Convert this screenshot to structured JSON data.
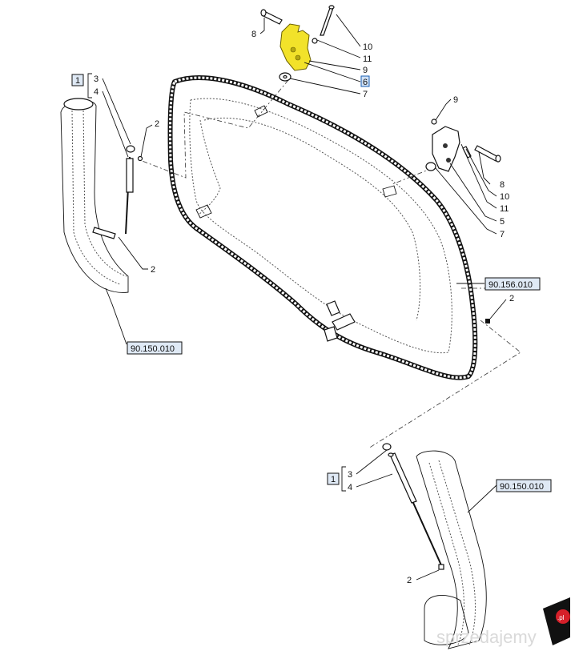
{
  "callouts": {
    "top_group": [
      "8",
      "10",
      "11",
      "9",
      "6",
      "7"
    ],
    "right_group": [
      "9",
      "8",
      "10",
      "11",
      "5",
      "7"
    ],
    "left_group": [
      "1",
      "3",
      "4",
      "2",
      "2"
    ],
    "bottom_group": [
      "1",
      "3",
      "4",
      "2"
    ],
    "mid_right": [
      "2"
    ]
  },
  "references": {
    "left_strut": "90.150.010",
    "window_seal": "90.156.010",
    "right_pillar": "90.150.010"
  },
  "highlight": {
    "part_color": "#f2e22a",
    "selected_label_color": "#1a5fb4"
  },
  "watermark": "sprzedajemy",
  "logo_text": ".pl"
}
